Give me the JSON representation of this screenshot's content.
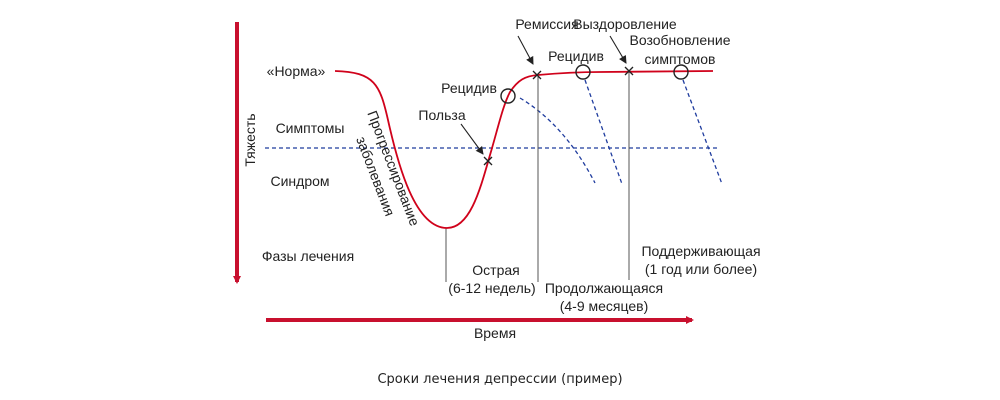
{
  "colors": {
    "curve": "#d0021b",
    "axis": "#c8102e",
    "threshold": "#1f3c9e",
    "phase_line": "#555555"
  },
  "axes": {
    "y_label": "Тяжесть",
    "x_label": "Время"
  },
  "levels": {
    "norm": "«Норма»",
    "symptoms": "Симптомы",
    "syndrome": "Синдром",
    "phases": "Фазы лечения"
  },
  "annotations": {
    "progression_1": "Прогрессирование",
    "progression_2": "заболевания",
    "benefit": "Польза",
    "relapse_1": "Рецидив",
    "remission": "Ремиссия",
    "recovery": "Выздоровление",
    "relapse_2": "Рецидив",
    "recurrence_1": "Возобновление",
    "recurrence_2": "симптомов"
  },
  "phases": {
    "acute_1": "Острая",
    "acute_2": "(6-12 недель)",
    "continuation_1": "Продолжающаяся",
    "continuation_2": "(4-9 месяцев)",
    "maintenance_1": "Поддерживающая",
    "maintenance_2": "(1 год или более)"
  },
  "caption": "Сроки лечения депрессии (пример)"
}
